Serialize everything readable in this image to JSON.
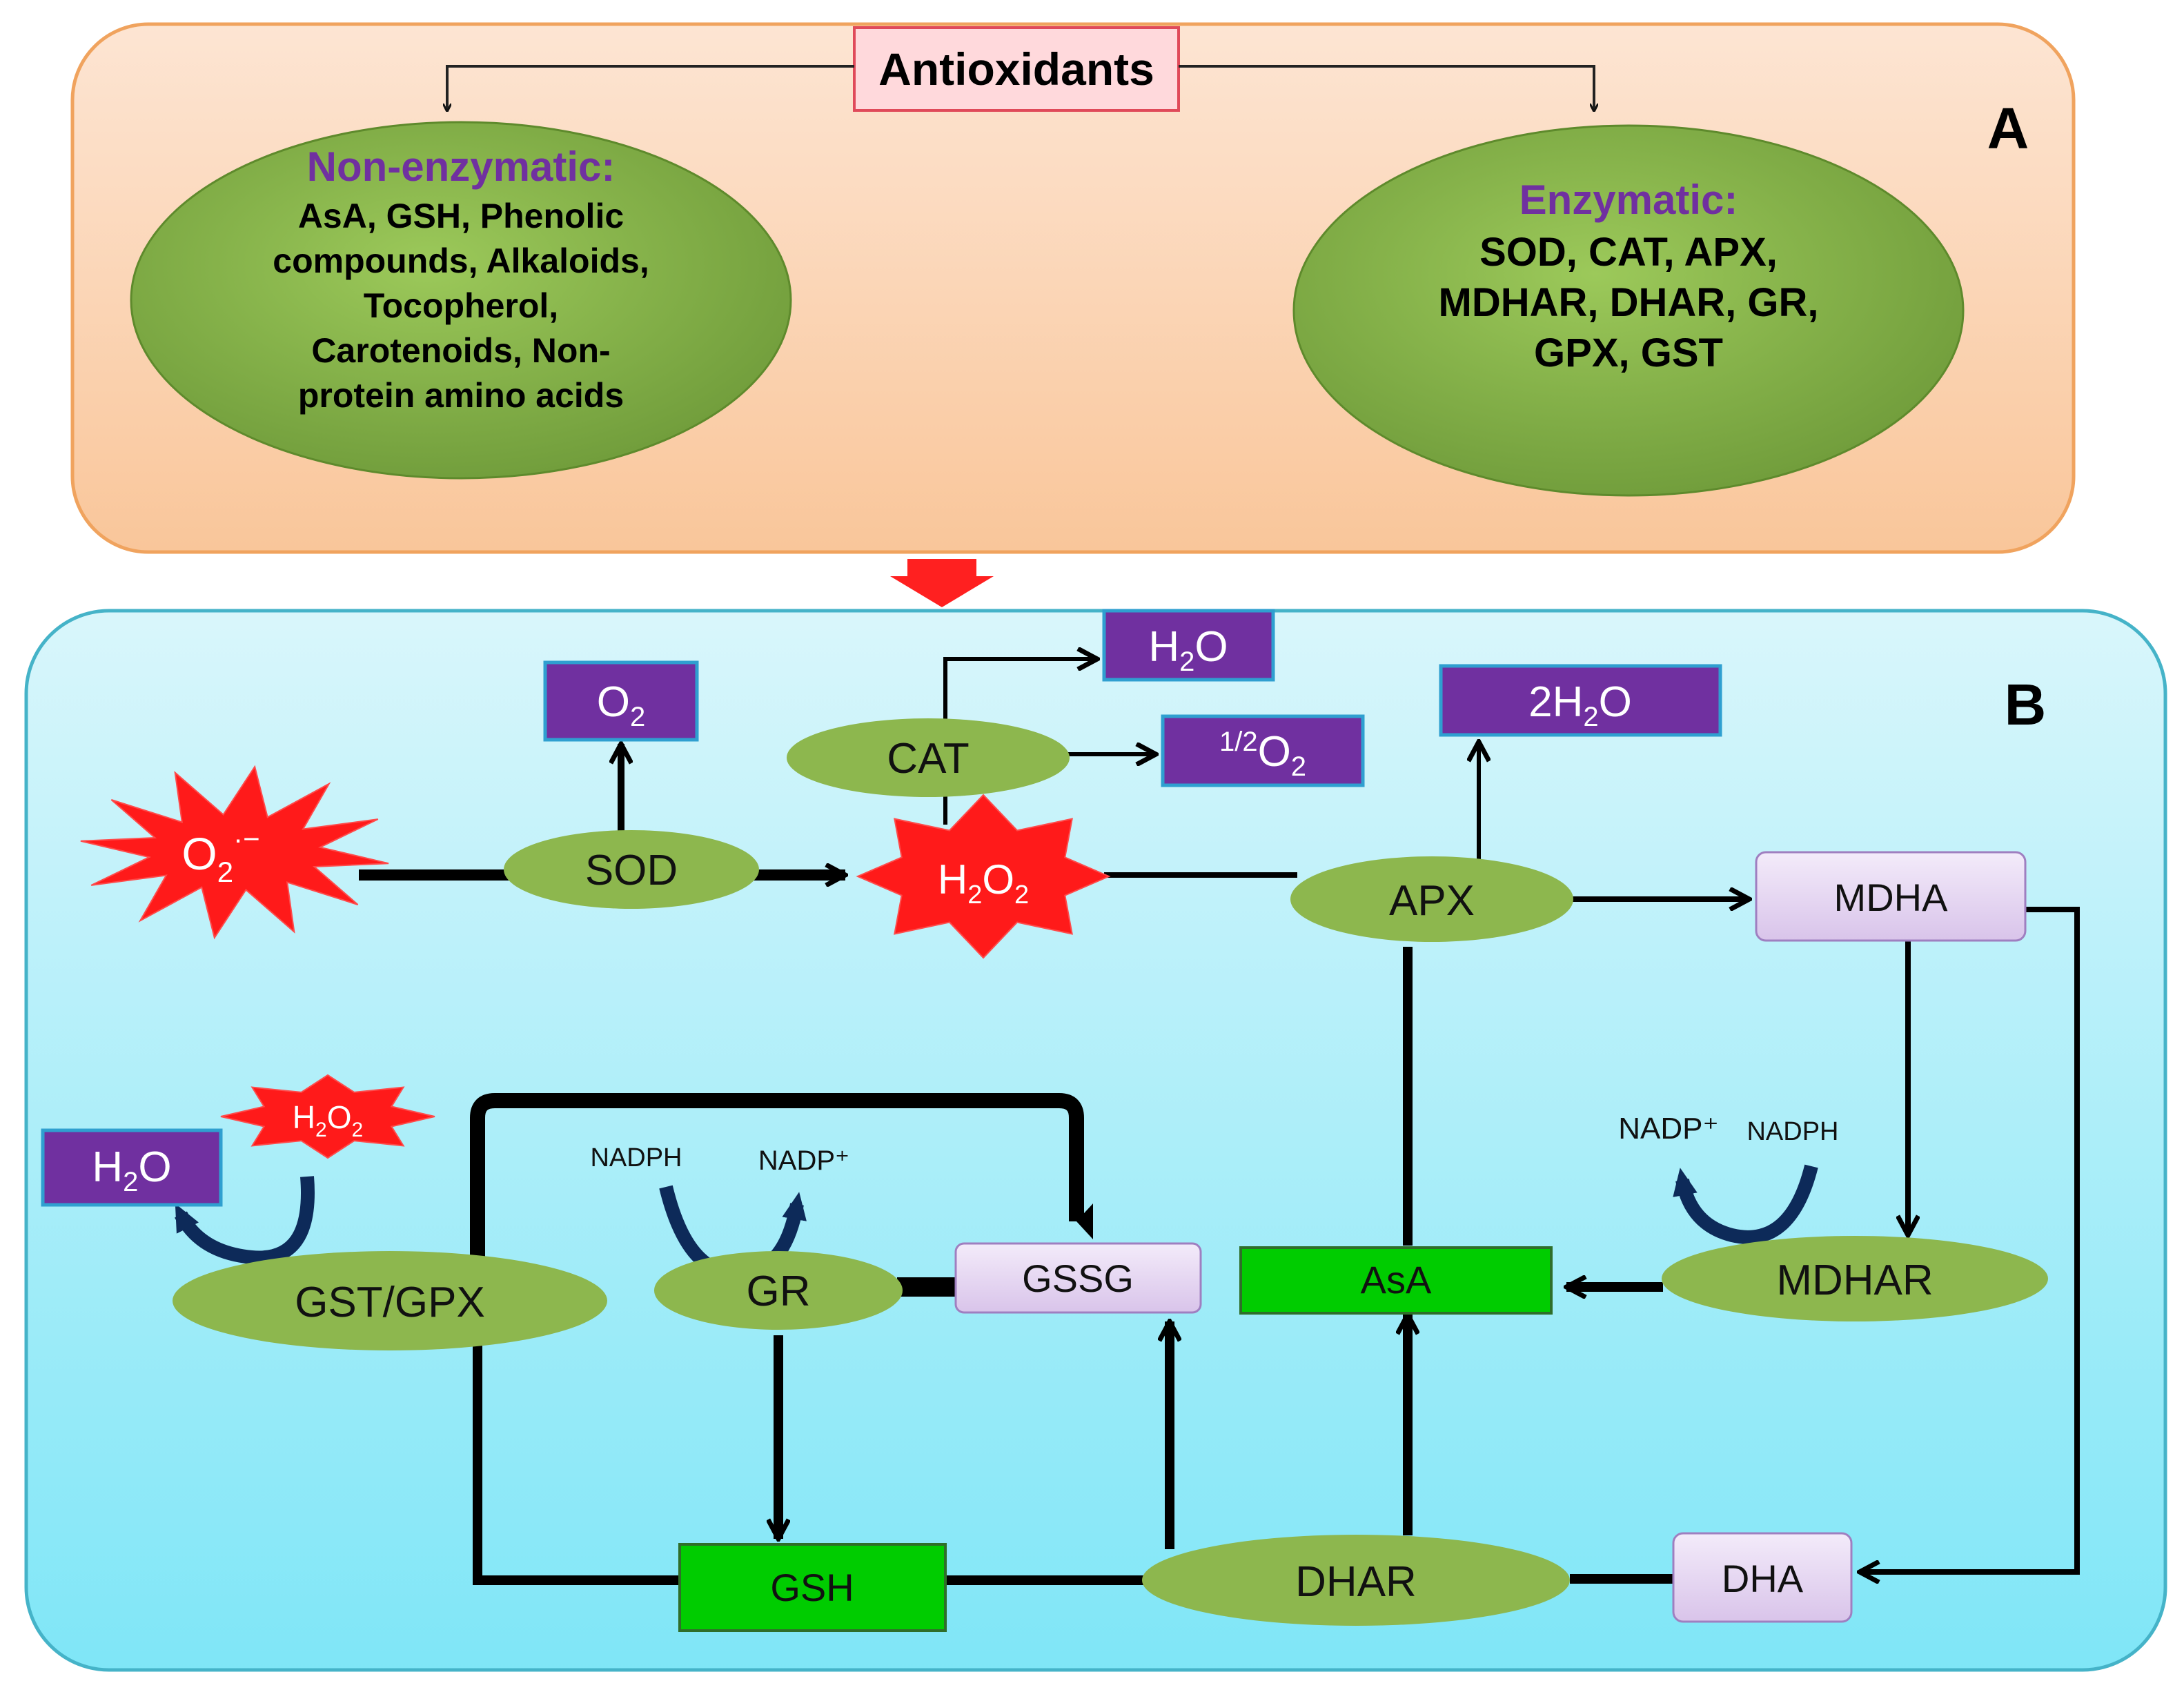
{
  "panel_a": {
    "label": "A",
    "title": "Antioxidants",
    "non_enzymatic": {
      "heading": "Non-enzymatic:",
      "lines": [
        "AsA, GSH, Phenolic",
        "compounds, Alkaloids,",
        "Tocopherol,",
        "Carotenoids, Non-",
        "protein amino acids"
      ]
    },
    "enzymatic": {
      "heading": "Enzymatic:",
      "lines": [
        "SOD, CAT, APX,",
        "MDHAR, DHAR, GR,",
        "GPX, GST"
      ]
    }
  },
  "panel_b": {
    "label": "B",
    "nodes": {
      "o2_radical": {
        "base": "O",
        "sub": "2",
        "sup": "·−"
      },
      "sod": "SOD",
      "o2_product": {
        "base": "O",
        "sub": "2"
      },
      "cat": "CAT",
      "h2o_top": {
        "a": "H",
        "sub": "2",
        "b": "O"
      },
      "half_o2": {
        "sup": "1/2",
        "base": "O",
        "sub": "2"
      },
      "h2o2_main": {
        "a": "H",
        "sub1": "2",
        "b": "O",
        "sub2": "2"
      },
      "apx": "APX",
      "two_h2o": {
        "a": "2H",
        "sub": "2",
        "b": "O"
      },
      "mdha": "MDHA",
      "mdhar": "MDHAR",
      "nadp_plus_right": "NADP⁺",
      "nadph_right": "NADPH",
      "asa": "AsA",
      "dha": "DHA",
      "dhar": "DHAR",
      "gsh": "GSH",
      "gssg": "GSSG",
      "gr": "GR",
      "nadph_left": "NADPH",
      "nadp_plus_left": "NADP⁺",
      "gst_gpx": "GST/GPX",
      "h2o_left": {
        "a": "H",
        "sub": "2",
        "b": "O"
      },
      "h2o2_small": {
        "a": "H",
        "sub1": "2",
        "b": "O",
        "sub2": "2"
      }
    }
  },
  "colors": {
    "panel_a_fill": "#fbd6b6",
    "panel_a_border": "#f0a35e",
    "panel_b_fill": "#bff1fb",
    "panel_b_border": "#45b3c8",
    "ellipse_green": "#8db74e",
    "purple_box": "#7030a0",
    "purple_text": "#7030a0",
    "lavender_box": "#e8d9f3",
    "bright_green_box": "#00cc00",
    "star_red": "#ff1a1a",
    "antioxidants_box": "#ffd9dc",
    "down_arrow_red": "#ff2020",
    "curve_arrow": "#0d2a59"
  }
}
